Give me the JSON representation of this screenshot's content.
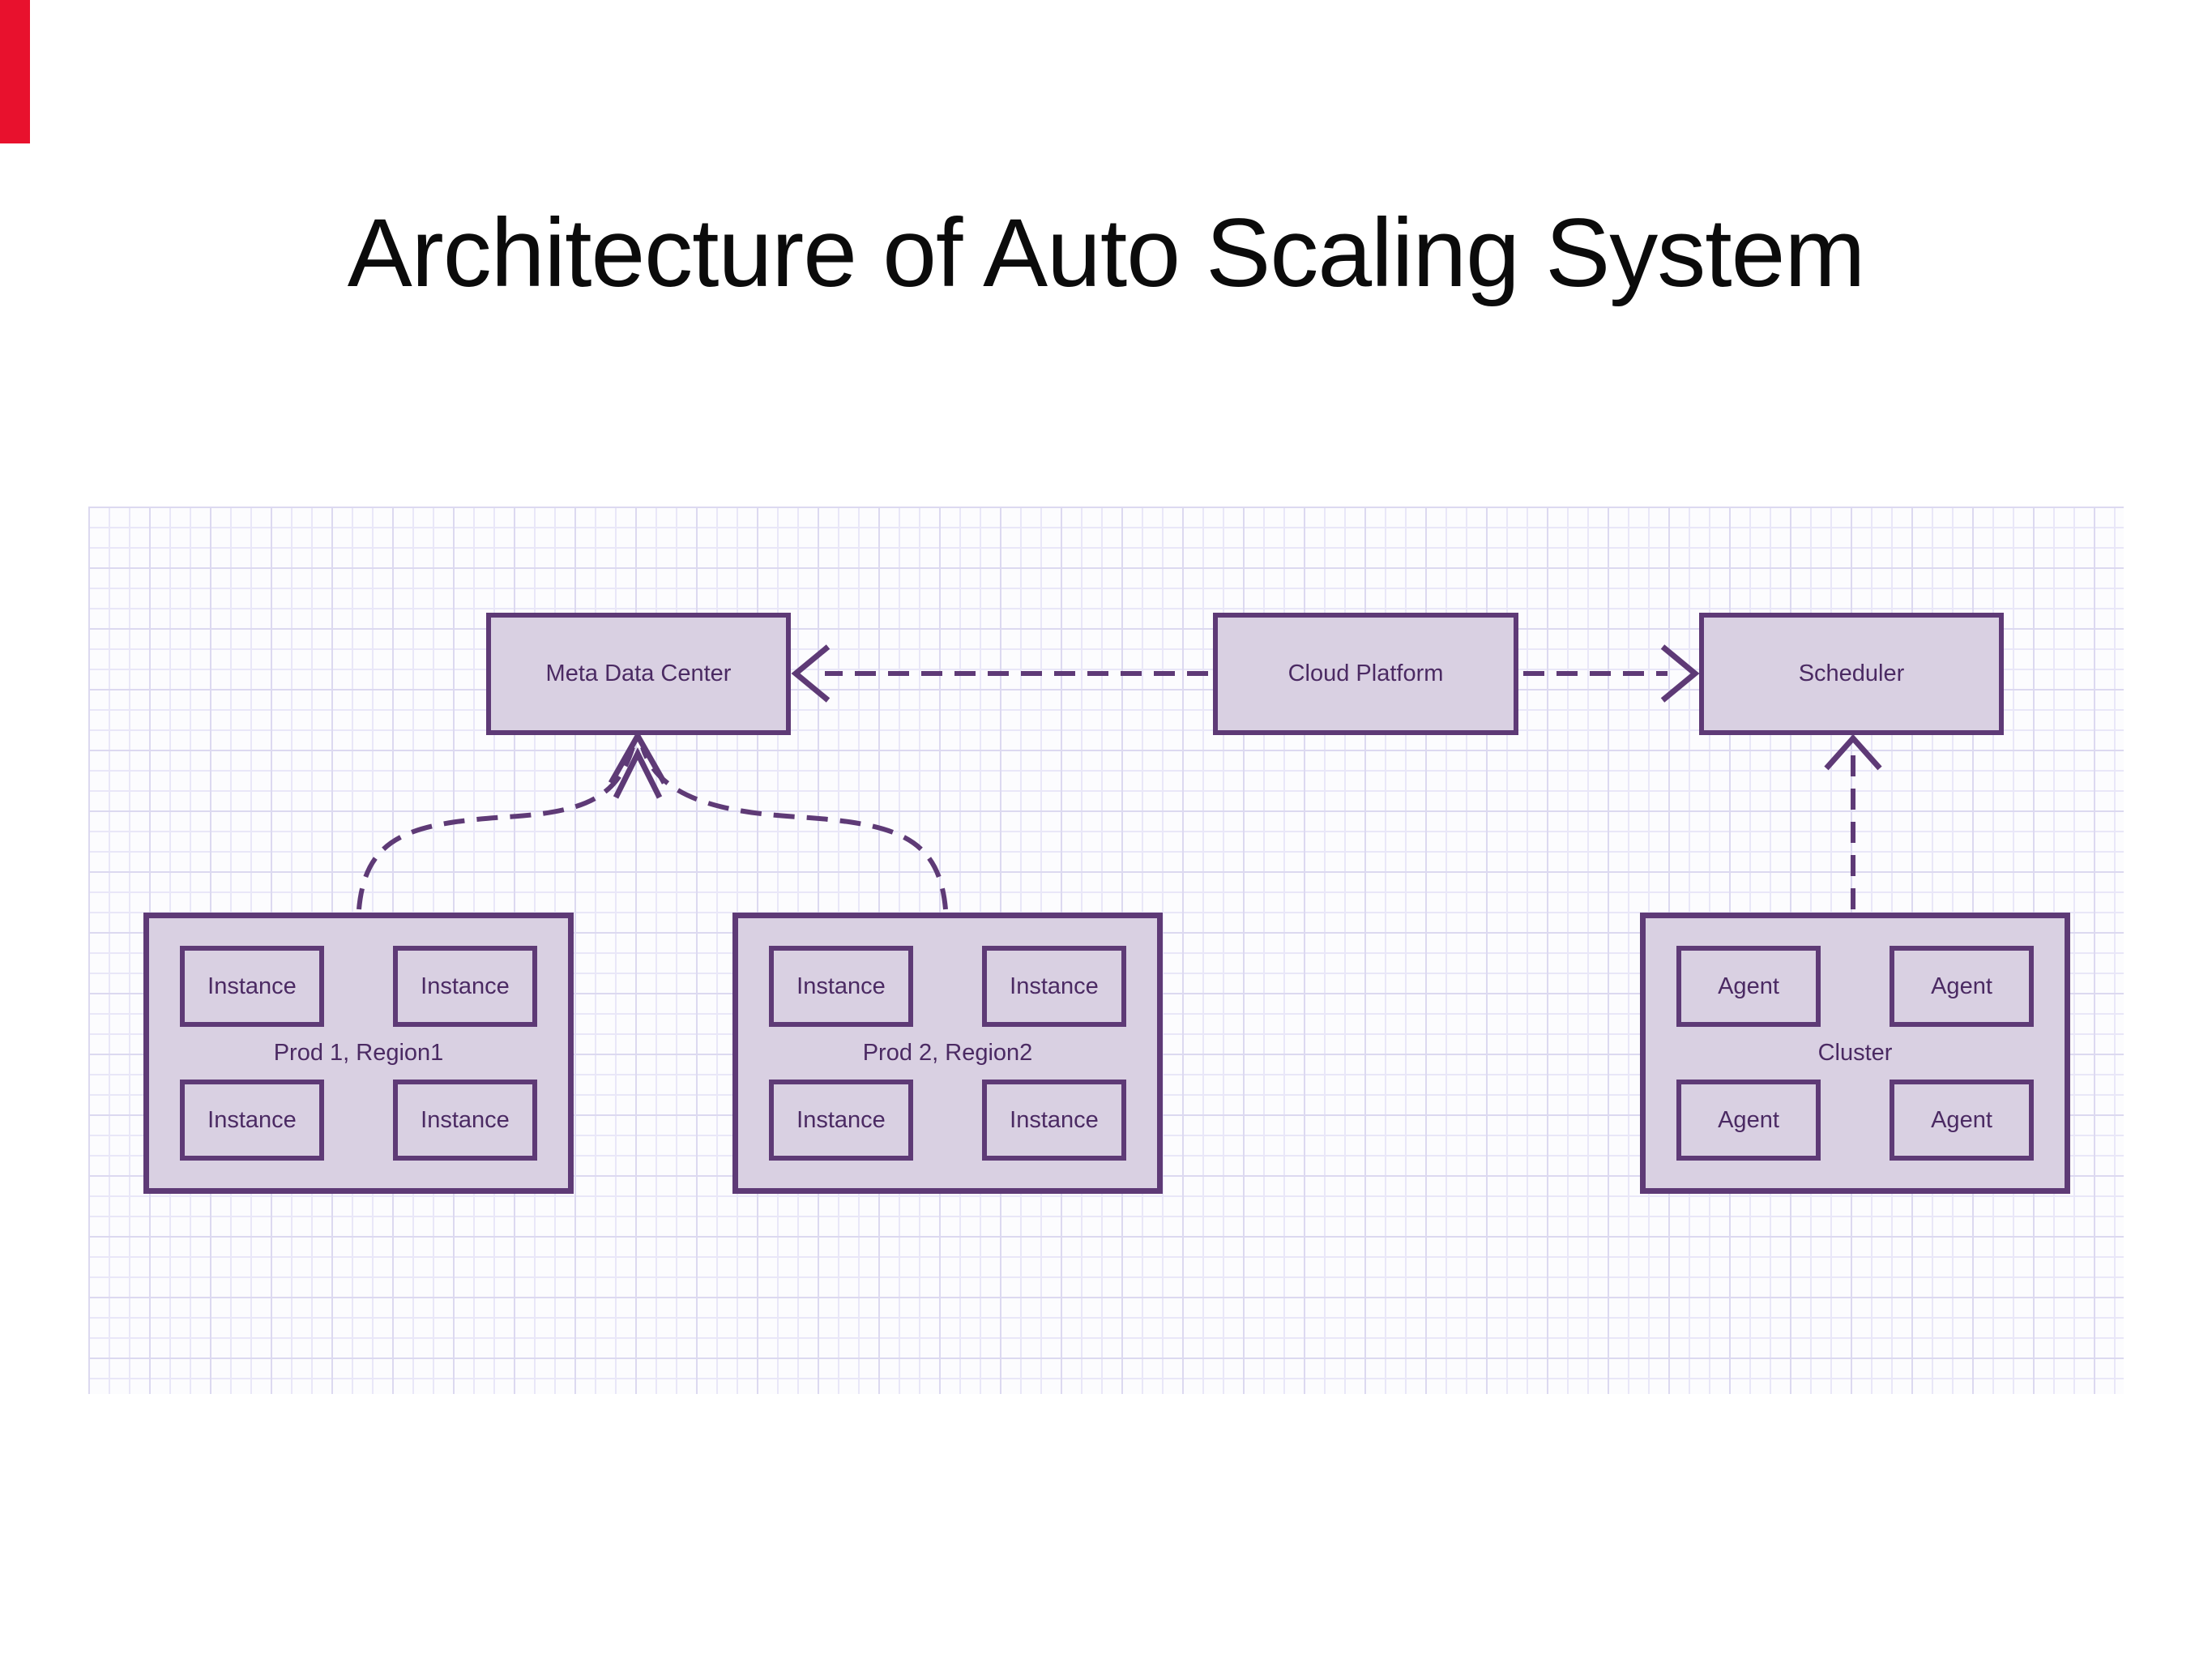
{
  "title": "Architecture of Auto Scaling System",
  "colors": {
    "accent_border": "#5e3a76",
    "accent_fill": "#d9d0e2",
    "accent_text": "#4b2a63",
    "grid_line": "#e9e7f8",
    "grid_line_major": "#dcd9f0",
    "grid_bg": "#fcfcfe",
    "title_color": "#0b0b0b",
    "red_marker": "#e8112d"
  },
  "nodes": {
    "meta_data_center": {
      "label": "Meta Data Center"
    },
    "cloud_platform": {
      "label": "Cloud Platform"
    },
    "scheduler": {
      "label": "Scheduler"
    }
  },
  "groups": [
    {
      "caption": "Prod 1, Region1",
      "children": [
        "Instance",
        "Instance",
        "Instance",
        "Instance"
      ]
    },
    {
      "caption": "Prod 2, Region2",
      "children": [
        "Instance",
        "Instance",
        "Instance",
        "Instance"
      ]
    },
    {
      "caption": "Cluster",
      "children": [
        "Agent",
        "Agent",
        "Agent",
        "Agent"
      ]
    }
  ],
  "connectors": [
    {
      "from": "cloud_platform",
      "to": "meta_data_center",
      "style": "dashed-arrow"
    },
    {
      "from": "cloud_platform",
      "to": "scheduler",
      "style": "dashed-arrow"
    },
    {
      "from": "prod1",
      "to": "meta_data_center",
      "style": "dashed-curved-arrow"
    },
    {
      "from": "prod2",
      "to": "meta_data_center",
      "style": "dashed-curved-arrow"
    },
    {
      "from": "cluster",
      "to": "scheduler",
      "style": "dashed-arrow"
    }
  ]
}
